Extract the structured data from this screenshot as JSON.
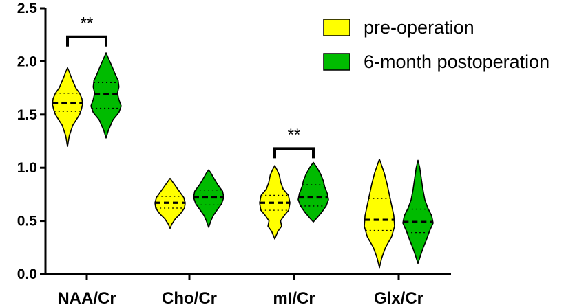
{
  "chart_data": {
    "type": "violin",
    "title": "",
    "xlabel": "",
    "ylabel": "",
    "ylim": [
      0,
      2.5
    ],
    "yticks": [
      "0.0",
      "0.5",
      "1.0",
      "1.5",
      "2.0",
      "2.5"
    ],
    "categories": [
      "NAA/Cr",
      "Cho/Cr",
      "mI/Cr",
      "Glx/Cr"
    ],
    "legend_position": "top-right",
    "series": [
      {
        "name": "pre-operation",
        "color": "#ffff00",
        "groups": [
          {
            "min": 1.2,
            "max": 1.94,
            "q1": 1.53,
            "median": 1.61,
            "q3": 1.7,
            "profile": [
              [
                1.2,
                0.0
              ],
              [
                1.3,
                0.12
              ],
              [
                1.4,
                0.35
              ],
              [
                1.5,
                0.8
              ],
              [
                1.55,
                0.92
              ],
              [
                1.6,
                1.0
              ],
              [
                1.65,
                0.95
              ],
              [
                1.7,
                0.8
              ],
              [
                1.75,
                0.55
              ],
              [
                1.8,
                0.4
              ],
              [
                1.85,
                0.25
              ],
              [
                1.9,
                0.12
              ],
              [
                1.94,
                0.0
              ]
            ]
          },
          {
            "min": 0.43,
            "max": 0.9,
            "q1": 0.62,
            "median": 0.67,
            "q3": 0.73,
            "profile": [
              [
                0.43,
                0.0
              ],
              [
                0.47,
                0.12
              ],
              [
                0.52,
                0.35
              ],
              [
                0.57,
                0.7
              ],
              [
                0.62,
                0.95
              ],
              [
                0.67,
                1.0
              ],
              [
                0.72,
                0.9
              ],
              [
                0.77,
                0.65
              ],
              [
                0.82,
                0.4
              ],
              [
                0.86,
                0.2
              ],
              [
                0.9,
                0.0
              ]
            ]
          },
          {
            "min": 0.33,
            "max": 1.02,
            "q1": 0.6,
            "median": 0.67,
            "q3": 0.74,
            "profile": [
              [
                0.33,
                0.0
              ],
              [
                0.4,
                0.2
              ],
              [
                0.45,
                0.45
              ],
              [
                0.5,
                0.38
              ],
              [
                0.55,
                0.62
              ],
              [
                0.6,
                0.92
              ],
              [
                0.67,
                1.0
              ],
              [
                0.74,
                0.9
              ],
              [
                0.8,
                0.55
              ],
              [
                0.86,
                0.4
              ],
              [
                0.93,
                0.3
              ],
              [
                0.98,
                0.15
              ],
              [
                1.02,
                0.0
              ]
            ]
          },
          {
            "min": 0.06,
            "max": 1.08,
            "q1": 0.41,
            "median": 0.51,
            "q3": 0.71,
            "profile": [
              [
                0.06,
                0.0
              ],
              [
                0.15,
                0.15
              ],
              [
                0.25,
                0.4
              ],
              [
                0.35,
                0.8
              ],
              [
                0.45,
                1.0
              ],
              [
                0.55,
                0.95
              ],
              [
                0.65,
                0.8
              ],
              [
                0.75,
                0.65
              ],
              [
                0.85,
                0.5
              ],
              [
                0.95,
                0.32
              ],
              [
                1.02,
                0.15
              ],
              [
                1.08,
                0.0
              ]
            ]
          }
        ]
      },
      {
        "name": "6-month postoperation",
        "color": "#00bb00",
        "groups": [
          {
            "min": 1.28,
            "max": 2.08,
            "q1": 1.56,
            "median": 1.69,
            "q3": 1.8,
            "profile": [
              [
                1.28,
                0.0
              ],
              [
                1.35,
                0.15
              ],
              [
                1.45,
                0.45
              ],
              [
                1.52,
                0.85
              ],
              [
                1.58,
                1.0
              ],
              [
                1.64,
                0.85
              ],
              [
                1.7,
                0.75
              ],
              [
                1.76,
                0.85
              ],
              [
                1.82,
                0.8
              ],
              [
                1.88,
                0.6
              ],
              [
                1.95,
                0.4
              ],
              [
                2.02,
                0.18
              ],
              [
                2.08,
                0.0
              ]
            ]
          },
          {
            "min": 0.44,
            "max": 0.98,
            "q1": 0.65,
            "median": 0.72,
            "q3": 0.79,
            "profile": [
              [
                0.44,
                0.0
              ],
              [
                0.5,
                0.15
              ],
              [
                0.55,
                0.3
              ],
              [
                0.6,
                0.55
              ],
              [
                0.66,
                0.85
              ],
              [
                0.72,
                1.0
              ],
              [
                0.78,
                0.92
              ],
              [
                0.84,
                0.6
              ],
              [
                0.9,
                0.35
              ],
              [
                0.95,
                0.15
              ],
              [
                0.98,
                0.0
              ]
            ]
          },
          {
            "min": 0.49,
            "max": 1.05,
            "q1": 0.64,
            "median": 0.72,
            "q3": 0.84,
            "profile": [
              [
                0.49,
                0.0
              ],
              [
                0.53,
                0.25
              ],
              [
                0.58,
                0.55
              ],
              [
                0.64,
                0.85
              ],
              [
                0.7,
                1.0
              ],
              [
                0.76,
                0.92
              ],
              [
                0.82,
                0.75
              ],
              [
                0.88,
                0.65
              ],
              [
                0.94,
                0.48
              ],
              [
                1.0,
                0.25
              ],
              [
                1.05,
                0.0
              ]
            ]
          },
          {
            "min": 0.1,
            "max": 1.07,
            "q1": 0.39,
            "median": 0.49,
            "q3": 0.61,
            "profile": [
              [
                0.1,
                0.0
              ],
              [
                0.18,
                0.18
              ],
              [
                0.25,
                0.35
              ],
              [
                0.32,
                0.55
              ],
              [
                0.4,
                0.75
              ],
              [
                0.48,
                1.0
              ],
              [
                0.55,
                0.9
              ],
              [
                0.62,
                0.65
              ],
              [
                0.7,
                0.45
              ],
              [
                0.8,
                0.32
              ],
              [
                0.9,
                0.22
              ],
              [
                1.0,
                0.12
              ],
              [
                1.07,
                0.0
              ]
            ]
          }
        ]
      }
    ],
    "annotations": [
      {
        "category": "NAA/Cr",
        "text": "**",
        "bracket_y": 2.23,
        "label_y": 2.36
      },
      {
        "category": "mI/Cr",
        "text": "**",
        "bracket_y": 1.18,
        "label_y": 1.31
      }
    ]
  }
}
